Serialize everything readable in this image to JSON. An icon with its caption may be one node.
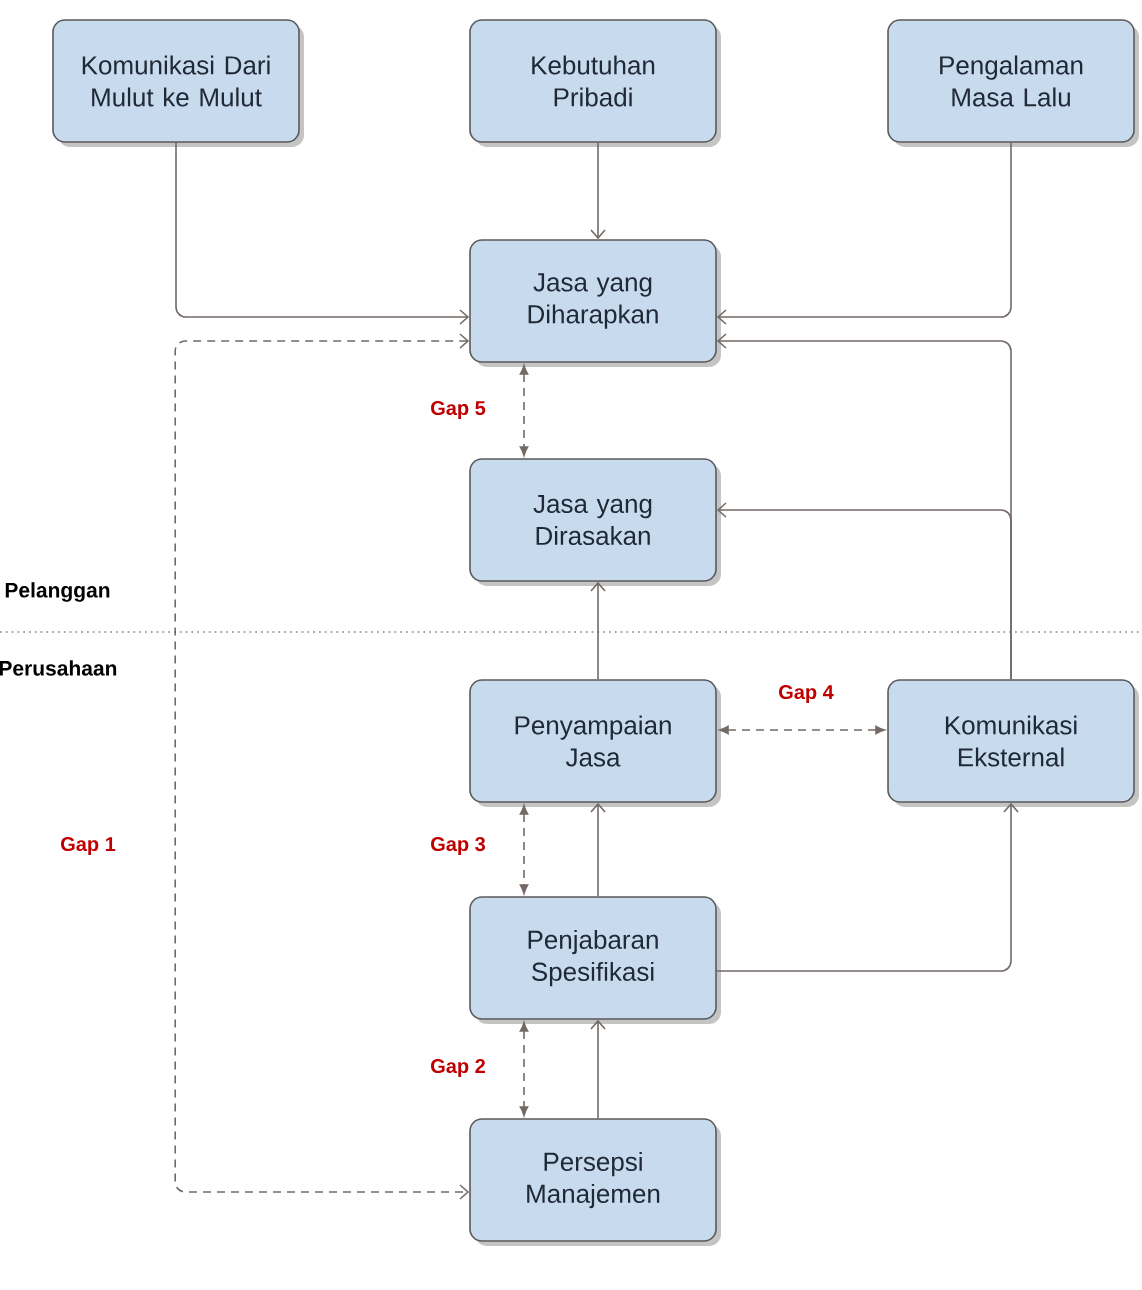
{
  "diagram": {
    "nodes": [
      {
        "text": [
          "Komunikasi Dari Mulut ke Mulut"
        ]
      },
      {
        "text": [
          "Kebutuhan Pribadi"
        ]
      },
      {
        "text": [
          "Pengalaman Masa Lalu"
        ]
      },
      {
        "text": [
          "Jasa yang Diharapkan"
        ]
      },
      {
        "text": [
          "Jasa yang Dirasakan"
        ]
      },
      {
        "text": [
          "Penyampaian Jasa"
        ]
      },
      {
        "text": [
          "Komunikasi Eksternal"
        ]
      },
      {
        "text": [
          "Penjabaran Spesifikasi"
        ]
      },
      {
        "text": [
          "Persepsi Manajemen"
        ]
      }
    ],
    "edges": [
      {
        "from": 0,
        "to": 3,
        "arrow": "to"
      },
      {
        "from": 1,
        "to": 3,
        "arrow": "to"
      },
      {
        "from": 2,
        "to": 3,
        "arrow": "to"
      },
      {
        "from": 6,
        "to": 3,
        "arrow": "to"
      },
      {
        "from": 6,
        "to": 4,
        "arrow": "to"
      },
      {
        "from": 3,
        "to": 4,
        "arrow": "both",
        "style": "dashed",
        "label": "Gap 5"
      },
      {
        "from": 5,
        "to": 4,
        "arrow": "to"
      },
      {
        "from": 5,
        "to": 6,
        "arrow": "both",
        "style": "dashed",
        "label": "Gap 4"
      },
      {
        "from": 7,
        "to": 5,
        "arrow": "to"
      },
      {
        "from": 5,
        "to": 7,
        "arrow": "both",
        "style": "dashed",
        "label": "Gap 3"
      },
      {
        "from": 7,
        "to": 6,
        "arrow": "to"
      },
      {
        "from": 8,
        "to": 7,
        "arrow": "to"
      },
      {
        "from": 7,
        "to": 8,
        "arrow": "both",
        "style": "dashed",
        "label": "Gap 2"
      },
      {
        "from": 3,
        "to": 8,
        "arrow": "both",
        "style": "dashed",
        "label": "Gap 1"
      }
    ],
    "labels": [
      "Pelanggan",
      "Perusahaan"
    ]
  }
}
